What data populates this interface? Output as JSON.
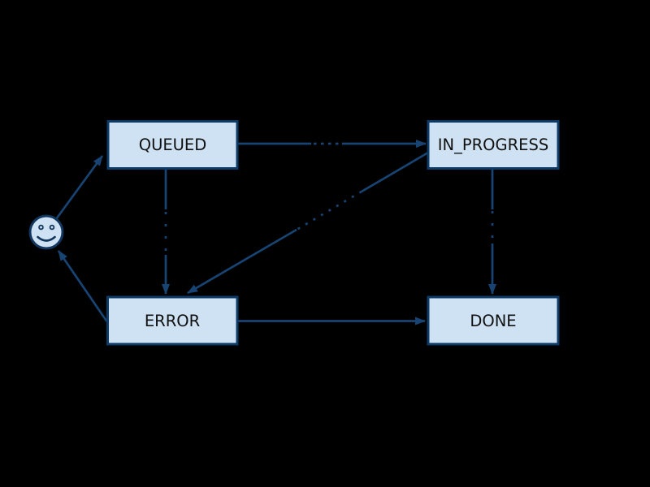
{
  "diagram": {
    "type": "state-machine",
    "colors": {
      "background": "#000000",
      "node_fill": "#cfe2f3",
      "node_border": "#0e3a66",
      "edge": "#174472",
      "node_text": "#111111",
      "icon_stroke": "#11375e"
    },
    "nodes": {
      "start": {
        "icon": "smiley-face-icon"
      },
      "queued": {
        "label": "QUEUED"
      },
      "in_progress": {
        "label": "IN_PROGRESS"
      },
      "error": {
        "label": "ERROR"
      },
      "done": {
        "label": "DONE"
      }
    },
    "edges": [
      {
        "from": "start",
        "to": "queued"
      },
      {
        "from": "queued",
        "to": "in_progress"
      },
      {
        "from": "queued",
        "to": "error"
      },
      {
        "from": "in_progress",
        "to": "error"
      },
      {
        "from": "in_progress",
        "to": "done"
      },
      {
        "from": "error",
        "to": "done"
      },
      {
        "from": "error",
        "to": "start"
      }
    ]
  }
}
